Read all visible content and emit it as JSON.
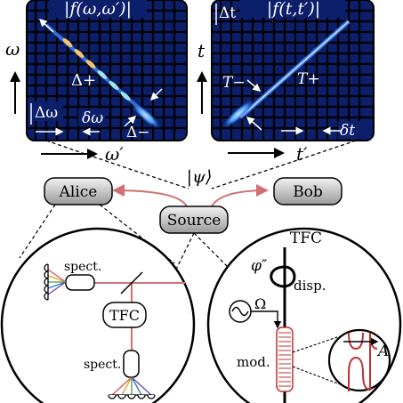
{
  "panels": {
    "freq": {
      "title": "|f(ω,ω′)|",
      "y_axis": "ω",
      "x_axis": "ω′",
      "delta_plus": "Δ+",
      "delta_minus": "Δ−",
      "delta_omega": "Δω",
      "delta_omega_small": "δω"
    },
    "time": {
      "title": "|f(t,t′)|",
      "y_axis": "t",
      "x_axis": "t′",
      "delta_t": "Δt",
      "t_minus": "T−",
      "t_plus": "T+",
      "delta_t_small": "δt"
    }
  },
  "state": "|ψ⟩",
  "nodes": {
    "alice": "Alice",
    "bob": "Bob",
    "source": "Source"
  },
  "alice_detail": {
    "spect_top": "spect.",
    "tfc": "TFC",
    "spect_bottom": "spect."
  },
  "tfc_detail": {
    "title": "TFC",
    "phi": "φ″",
    "disp": "disp.",
    "omega": "Ω",
    "mod": "mod.",
    "amplitude": "A"
  },
  "colors": {
    "panel_bg": "#0c1f6b",
    "beam": "#e8a8a8",
    "node_gray": "#bdbdbd"
  }
}
